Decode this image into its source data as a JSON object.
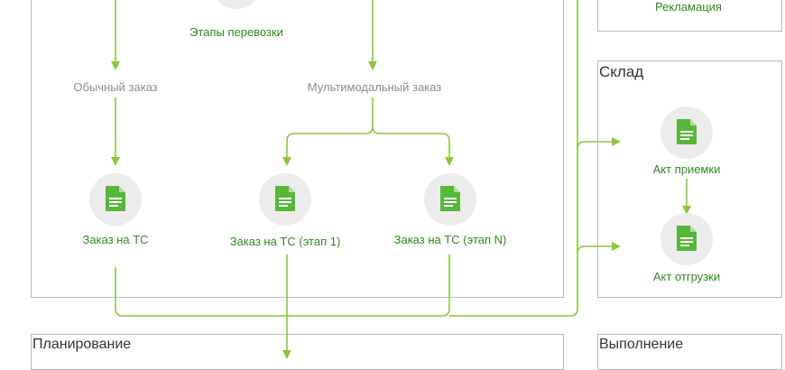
{
  "colors": {
    "accent": "#8cc63f",
    "label_green": "#2f8a1d",
    "branch_gray": "#8c8c8c",
    "panel_border": "#b9b9b9",
    "circle_bg": "#ececec"
  },
  "panels": {
    "warehouse_title": "Склад",
    "planning_title": "Планирование",
    "execution_title": "Выполнение"
  },
  "nodes": {
    "stages": "Этапы перевозки",
    "claim": "Рекламация",
    "order_simple": "Заказ на ТС",
    "order_stage1": "Заказ на ТС (этап 1)",
    "order_stageN": "Заказ на ТС (этап N)",
    "acceptance_act": "Акт приемки",
    "shipment_act": "Акт отгрузки"
  },
  "branches": {
    "regular": "Обычный заказ",
    "multimodal": "Мультимодальный заказ"
  },
  "icons": {
    "document": "document-icon"
  }
}
